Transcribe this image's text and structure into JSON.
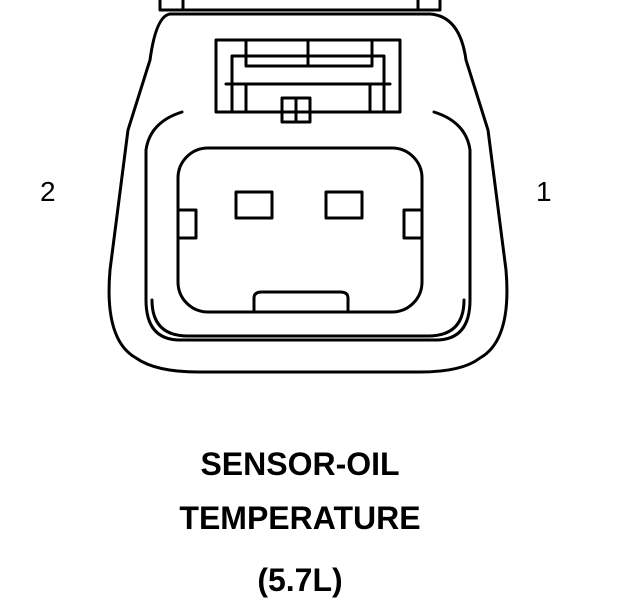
{
  "pins": {
    "left": "2",
    "right": "1"
  },
  "caption": {
    "line1": "SENSOR-OIL",
    "line2": "TEMPERATURE",
    "line3": "(5.7L)"
  },
  "colors": {
    "stroke": "#000000",
    "background": "#ffffff"
  }
}
